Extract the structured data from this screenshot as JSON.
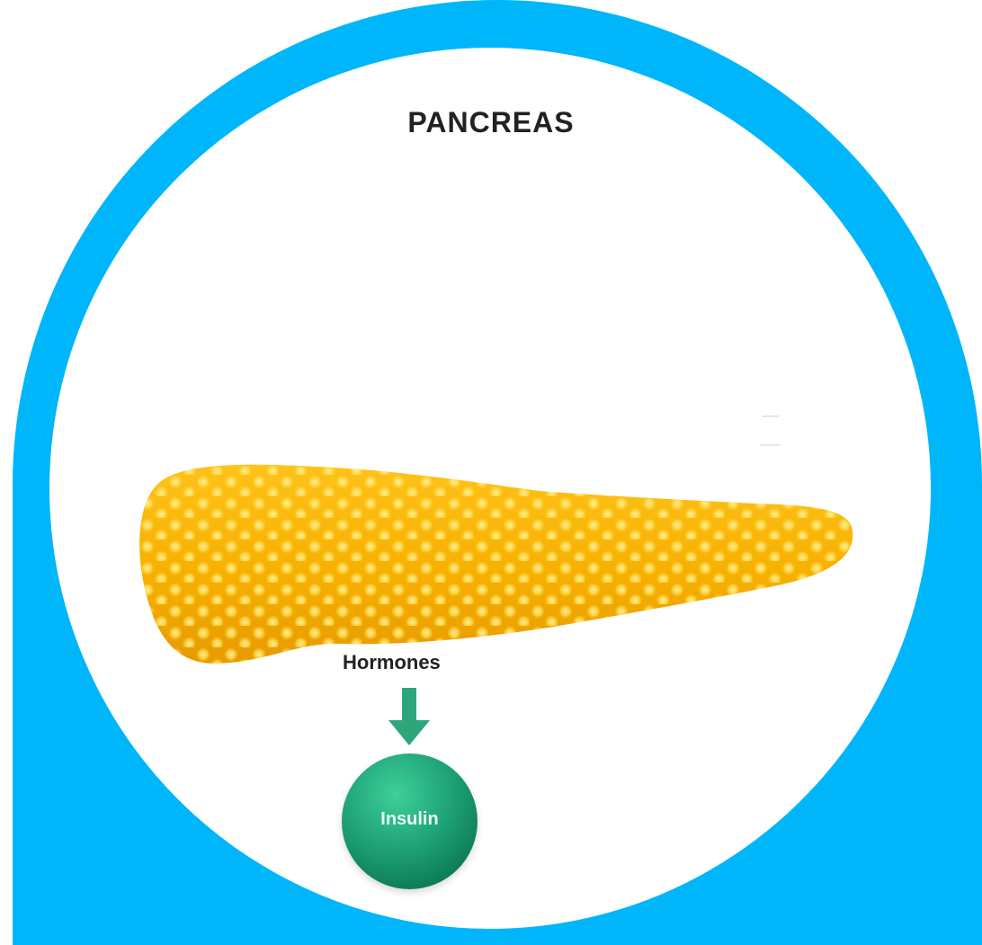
{
  "diagram": {
    "title": "PANCREAS",
    "hormones_label": "Hormones",
    "hormone_product": "Insulin"
  },
  "colors": {
    "frame_blue": "#00b6fb",
    "organ_yellow": "#f7b600",
    "organ_dots": "#ffe36a",
    "arrow_green": "#2ea57b",
    "insulin_green": "#1ea176"
  },
  "icons": {
    "organ": "pancreas-illustration",
    "arrow": "down-arrow-icon",
    "molecule": "insulin-sphere"
  }
}
